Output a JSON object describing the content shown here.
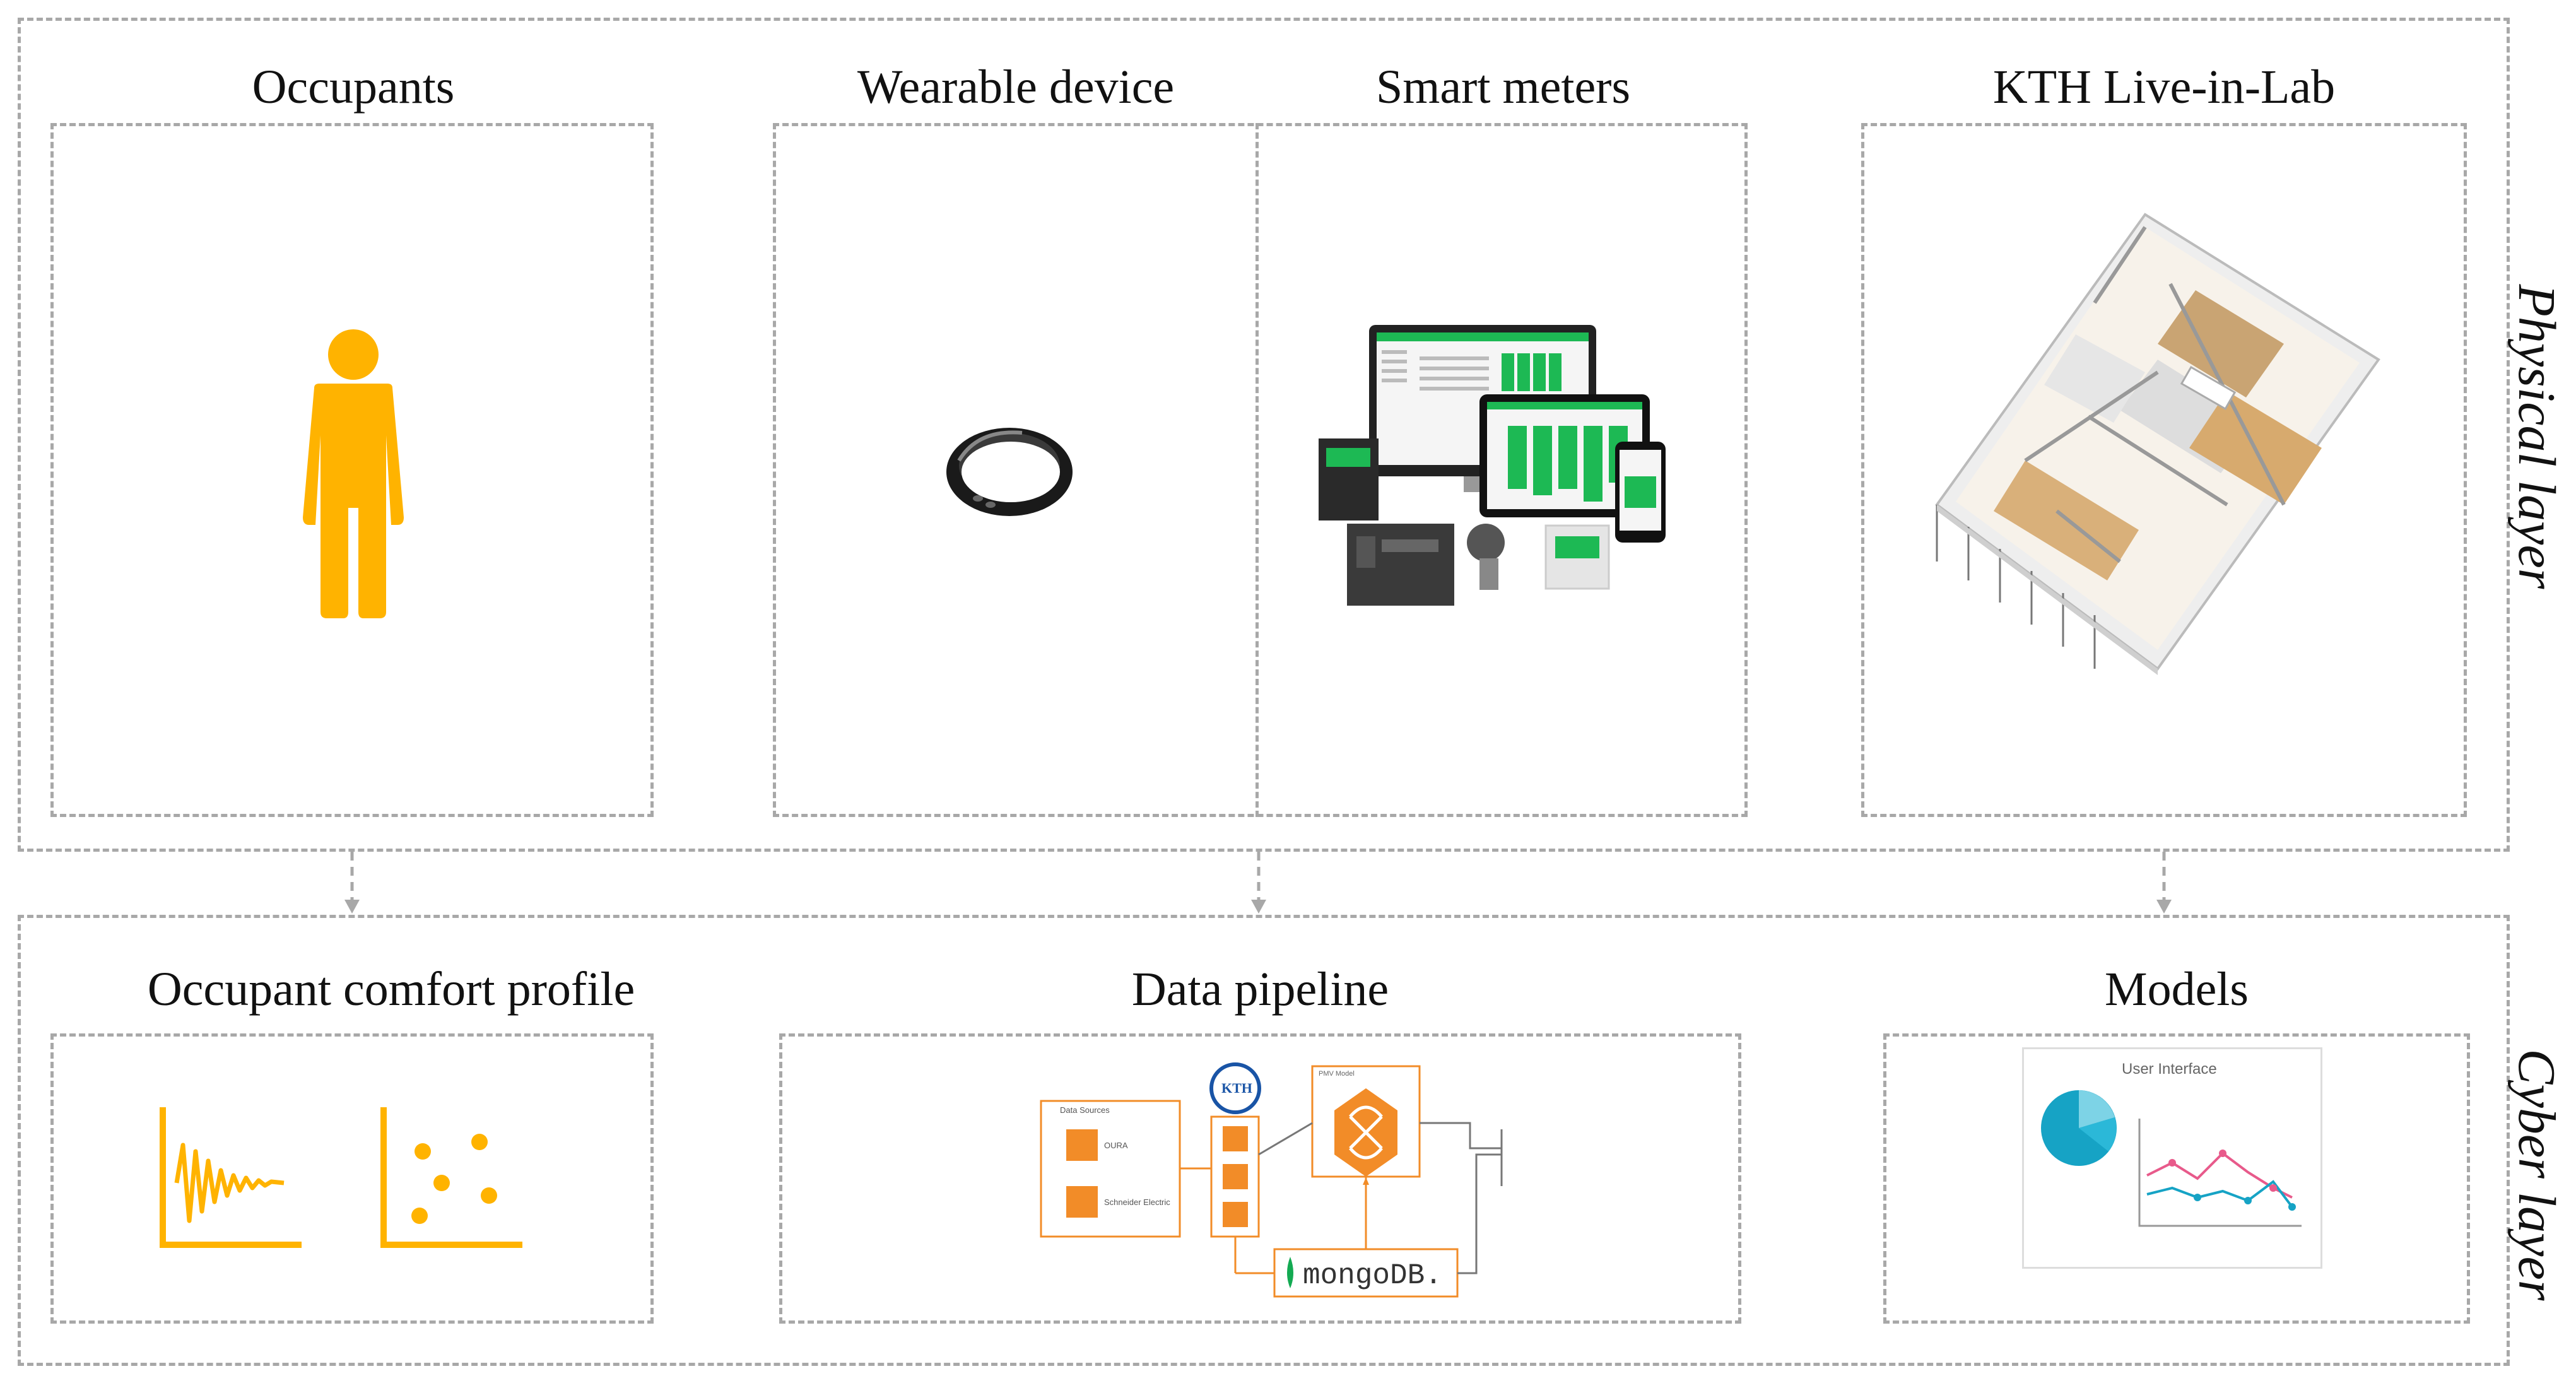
{
  "layers": {
    "physical": "Physical layer",
    "cyber": "Cyber layer"
  },
  "physical_panels": {
    "occupants": "Occupants",
    "wearable": "Wearable device",
    "smart_meters": "Smart meters",
    "live_in_lab": "KTH Live-in-Lab"
  },
  "cyber_panels": {
    "comfort": "Occupant comfort profile",
    "pipeline": "Data pipeline",
    "models": "Models"
  },
  "pipeline_diagram": {
    "data_sources_title": "Data Sources",
    "source_1": "OURA",
    "source_2": "Schneider Electric",
    "kth_logo_text": "KTH",
    "model_title": "PMV Model",
    "database": "mongoDB."
  },
  "models_ui": {
    "title": "User Interface"
  },
  "colors": {
    "accent": "#FFB300",
    "pipeline_orange": "#F28C28",
    "mongo_green": "#13AA52",
    "meter_green": "#1DB954",
    "dash_gray": "#A8A8A8"
  }
}
